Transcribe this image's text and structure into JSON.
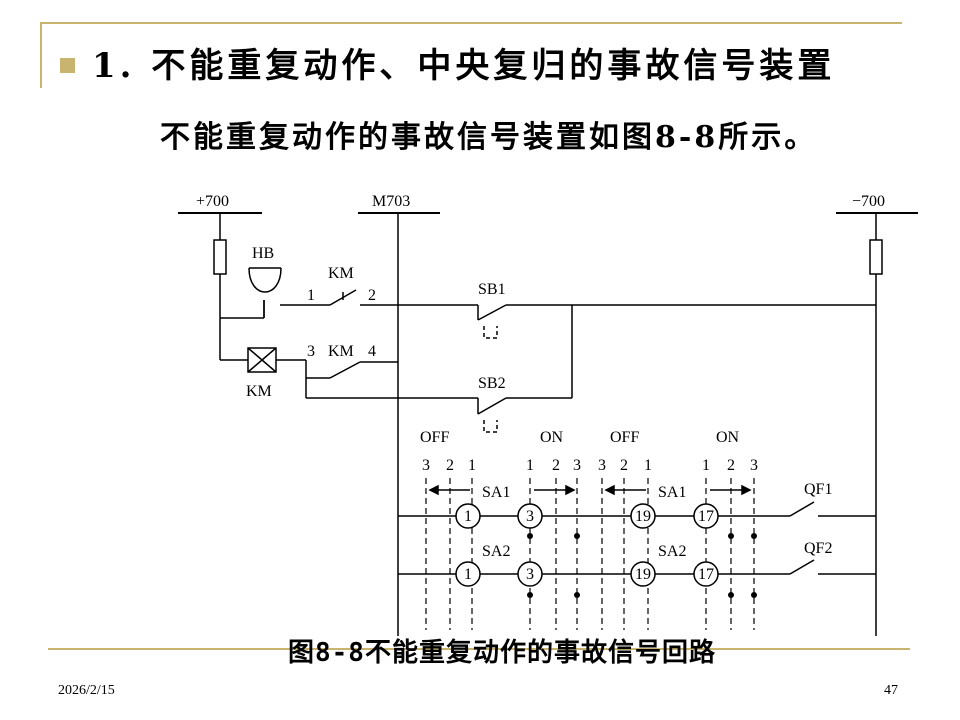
{
  "slide": {
    "heading": "1. 不能重复动作、中央复归的事故信号装置",
    "subheading": "不能重复动作的事故信号装置如图8-8所示。",
    "caption": "图8-8不能重复动作的事故信号回路",
    "date": "2026/2/15",
    "page_number": "47",
    "accent_color": "#c8b46e"
  },
  "diagram": {
    "buses": {
      "plus": "+700",
      "m703": "M703",
      "minus": "−700"
    },
    "components": {
      "horn": "HB",
      "relay_contact_1": "KM",
      "relay_contact_2": "KM",
      "relay_coil": "KM",
      "button_1": "SB1",
      "button_2": "SB2",
      "breaker_1": "QF1",
      "breaker_2": "QF2",
      "switch_row_1_left": "SA1",
      "switch_row_1_right": "SA1",
      "switch_row_2_left": "SA2",
      "switch_row_2_right": "SA2"
    },
    "terminals": {
      "t1": "1",
      "t2": "2",
      "t3": "3",
      "t4": "4"
    },
    "switch_states": {
      "off_left": "OFF",
      "on_left": "ON",
      "off_right": "OFF",
      "on_right": "ON"
    },
    "positions": [
      "3",
      "2",
      "1",
      "1",
      "2",
      "3",
      "3",
      "2",
      "1",
      "1",
      "2",
      "3"
    ],
    "contact_numbers": {
      "row1": [
        "1",
        "3",
        "19",
        "17"
      ],
      "row2": [
        "1",
        "3",
        "19",
        "17"
      ]
    }
  }
}
